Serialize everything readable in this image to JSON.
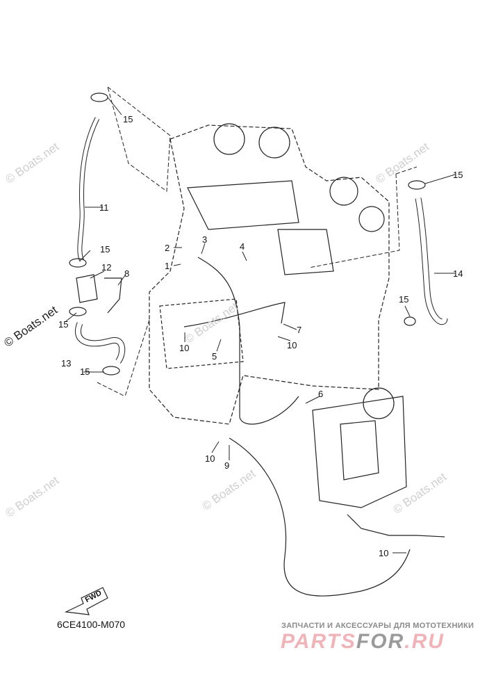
{
  "diagram_code": "6CE4100-M070",
  "fwd_label": "FWD",
  "callouts": [
    "15",
    "11",
    "15",
    "12",
    "8",
    "15",
    "13",
    "15",
    "2",
    "3",
    "4",
    "1",
    "10",
    "5",
    "7",
    "10",
    "6",
    "10",
    "9",
    "10",
    "15",
    "14",
    "15"
  ],
  "watermark": "© Boats.net",
  "banner": {
    "subtitle": "ЗАПЧАСТИ И АКСЕССУАРЫ ДЛЯ МОТОТЕХНИКИ",
    "brand_a": "PARTS",
    "brand_b": "FOR",
    "brand_c": ".RU"
  }
}
